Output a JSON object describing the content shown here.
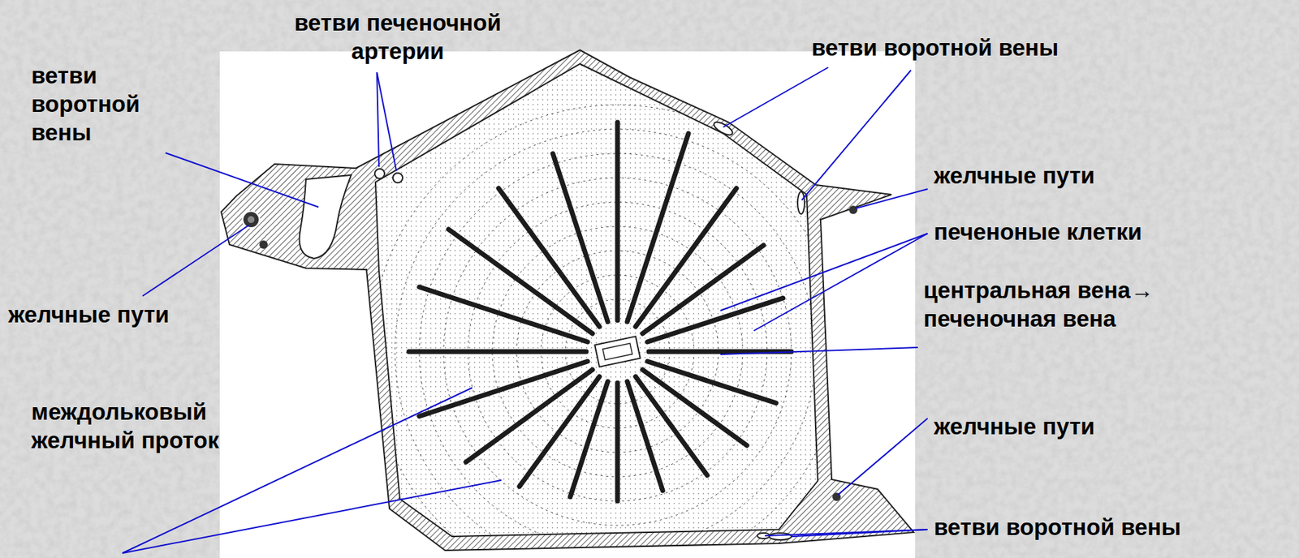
{
  "diagram": {
    "labels": [
      "ветви печеночной артерии",
      "ветви воротной вены",
      "ветви воротной вены",
      "желчные пути",
      "печеноные клетки",
      "центральная вена→ печеночная вена",
      "желчные пути",
      "ветви воротной вены",
      "желчные пути",
      "междольковый желчный проток"
    ]
  }
}
